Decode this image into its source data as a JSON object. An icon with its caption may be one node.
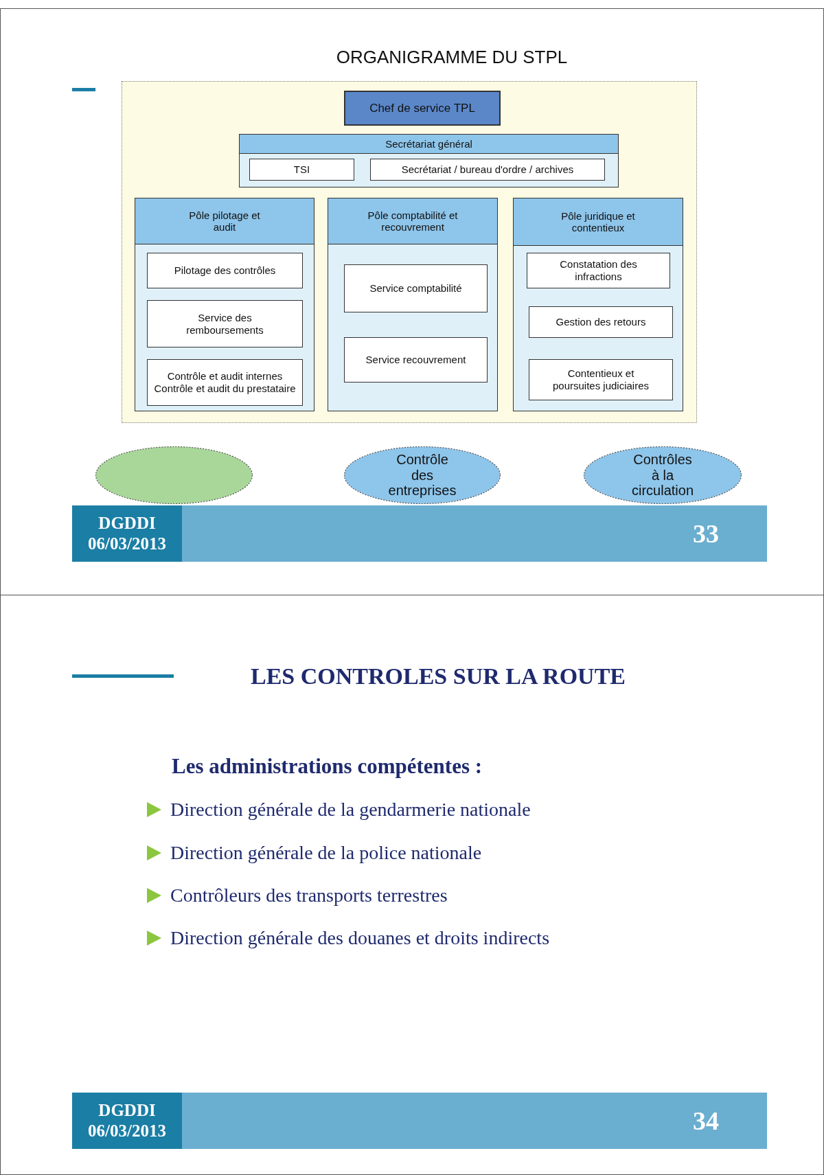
{
  "diagram": {
    "title": "ORGANIGRAMME DU STPL",
    "nodes": [
      {
        "text": [],
        "shape": "box"
      },
      {
        "text": [
          "Chef de service TPL"
        ],
        "in": 0
      },
      {
        "text": [
          "Secrétariat général"
        ],
        "in": 0
      },
      {
        "text": [
          "TSI"
        ],
        "in": 2
      },
      {
        "text": [
          "Secrétariat / bureau d'ordre / archives"
        ],
        "in": 2
      },
      {
        "text": [
          "Pôle pilotage et audit"
        ],
        "in": 0
      },
      {
        "text": [
          "Pilotage des contrôles"
        ],
        "in": 5
      },
      {
        "text": [
          "Service des remboursements"
        ],
        "in": 5
      },
      {
        "text": [
          "Contrôle et audit internes Contrôle et audit du prestataire"
        ],
        "in": 5
      },
      {
        "text": [
          "Pôle comptabilité et recouvrement"
        ],
        "in": 0
      },
      {
        "text": [
          "Service comptabilité"
        ],
        "in": 9
      },
      {
        "text": [
          "Service recouvrement"
        ],
        "in": 9
      },
      {
        "text": [
          "Pôle juridique et contentieux"
        ],
        "in": 0
      },
      {
        "text": [
          "Constatation des infractions"
        ],
        "in": 12
      },
      {
        "text": [
          "Gestion des retours"
        ],
        "in": 12
      },
      {
        "text": [
          "Contentieux et poursuites judiciaires"
        ],
        "in": 12
      },
      {
        "text": [],
        "shape": "ellipse"
      },
      {
        "text": [
          "Contrôle des entreprises"
        ]
      },
      {
        "text": [
          "Contrôles à la circulation"
        ]
      },
      {
        "text": [
          "DGDDI 06/03/2013"
        ]
      },
      {
        "text": [
          "33"
        ]
      },
      {
        "text": [
          "DGDDI 06/03/2013"
        ]
      },
      {
        "text": [
          "34"
        ]
      }
    ],
    "labels": [
      "LES CONTROLES SUR LA ROUTE",
      "Les administrations compétentes :",
      "Direction générale de la gendarmerie nationale",
      "Direction générale de la police nationale",
      "Contrôleurs des transports terrestres",
      "Direction générale des douanes et droits indirects"
    ]
  }
}
